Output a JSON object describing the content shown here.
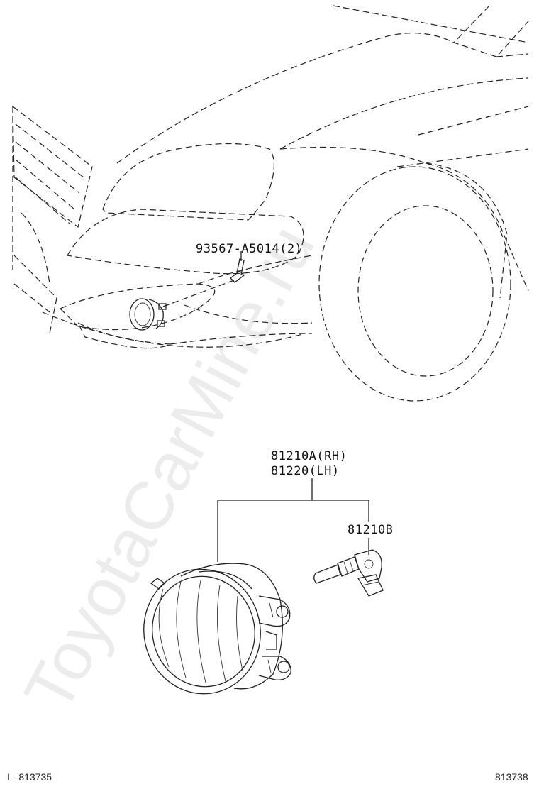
{
  "watermark": "ToyotaCarMine.ru",
  "parts": {
    "bolt": "93567-A5014(2)",
    "fog_lamp_rh": "81210A(RH)",
    "fog_lamp_lh": "81220(LH)",
    "bulb": "81210B"
  },
  "footer": {
    "left_code": "I - 813735",
    "right_code": "813738"
  }
}
